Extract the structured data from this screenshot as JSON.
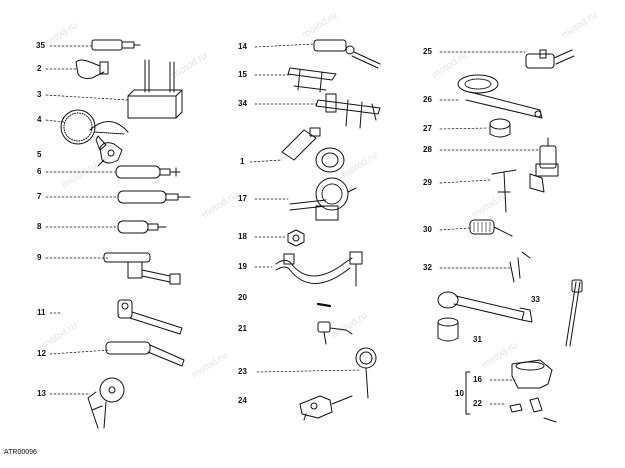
{
  "figure_code": "ATR00096",
  "watermark": "motod.ru",
  "callouts": [
    "35",
    "2",
    "3",
    "4",
    "5",
    "6",
    "7",
    "8",
    "9",
    "11",
    "12",
    "13",
    "14",
    "15",
    "34",
    "1",
    "17",
    "18",
    "19",
    "20",
    "21",
    "23",
    "24",
    "25",
    "26",
    "27",
    "28",
    "29",
    "30",
    "32",
    "33",
    "31",
    "16",
    "10",
    "22"
  ]
}
